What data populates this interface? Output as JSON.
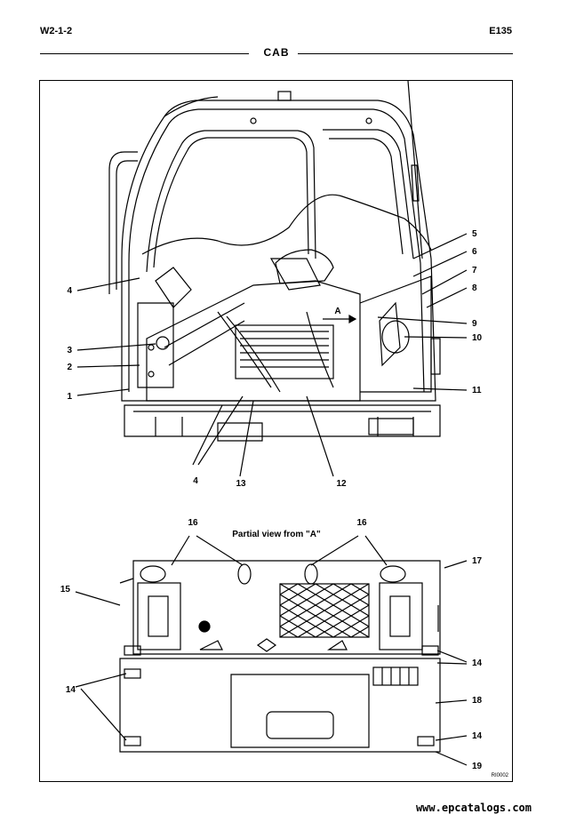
{
  "header": {
    "section_code": "W2-1-2",
    "model": "E135"
  },
  "title": "CAB",
  "callouts_top": [
    "1",
    "2",
    "3",
    "4",
    "5",
    "6",
    "7",
    "8",
    "9",
    "10",
    "11",
    "4",
    "13",
    "12"
  ],
  "partial_view_label": "Partial view from \"A\"",
  "view_arrow_label": "A",
  "callouts_bottom": [
    "16",
    "16",
    "17",
    "15",
    "14",
    "14",
    "18",
    "14",
    "19"
  ],
  "figure_code": "RI0002",
  "footer": {
    "website": "www.epcatalogs.com"
  }
}
